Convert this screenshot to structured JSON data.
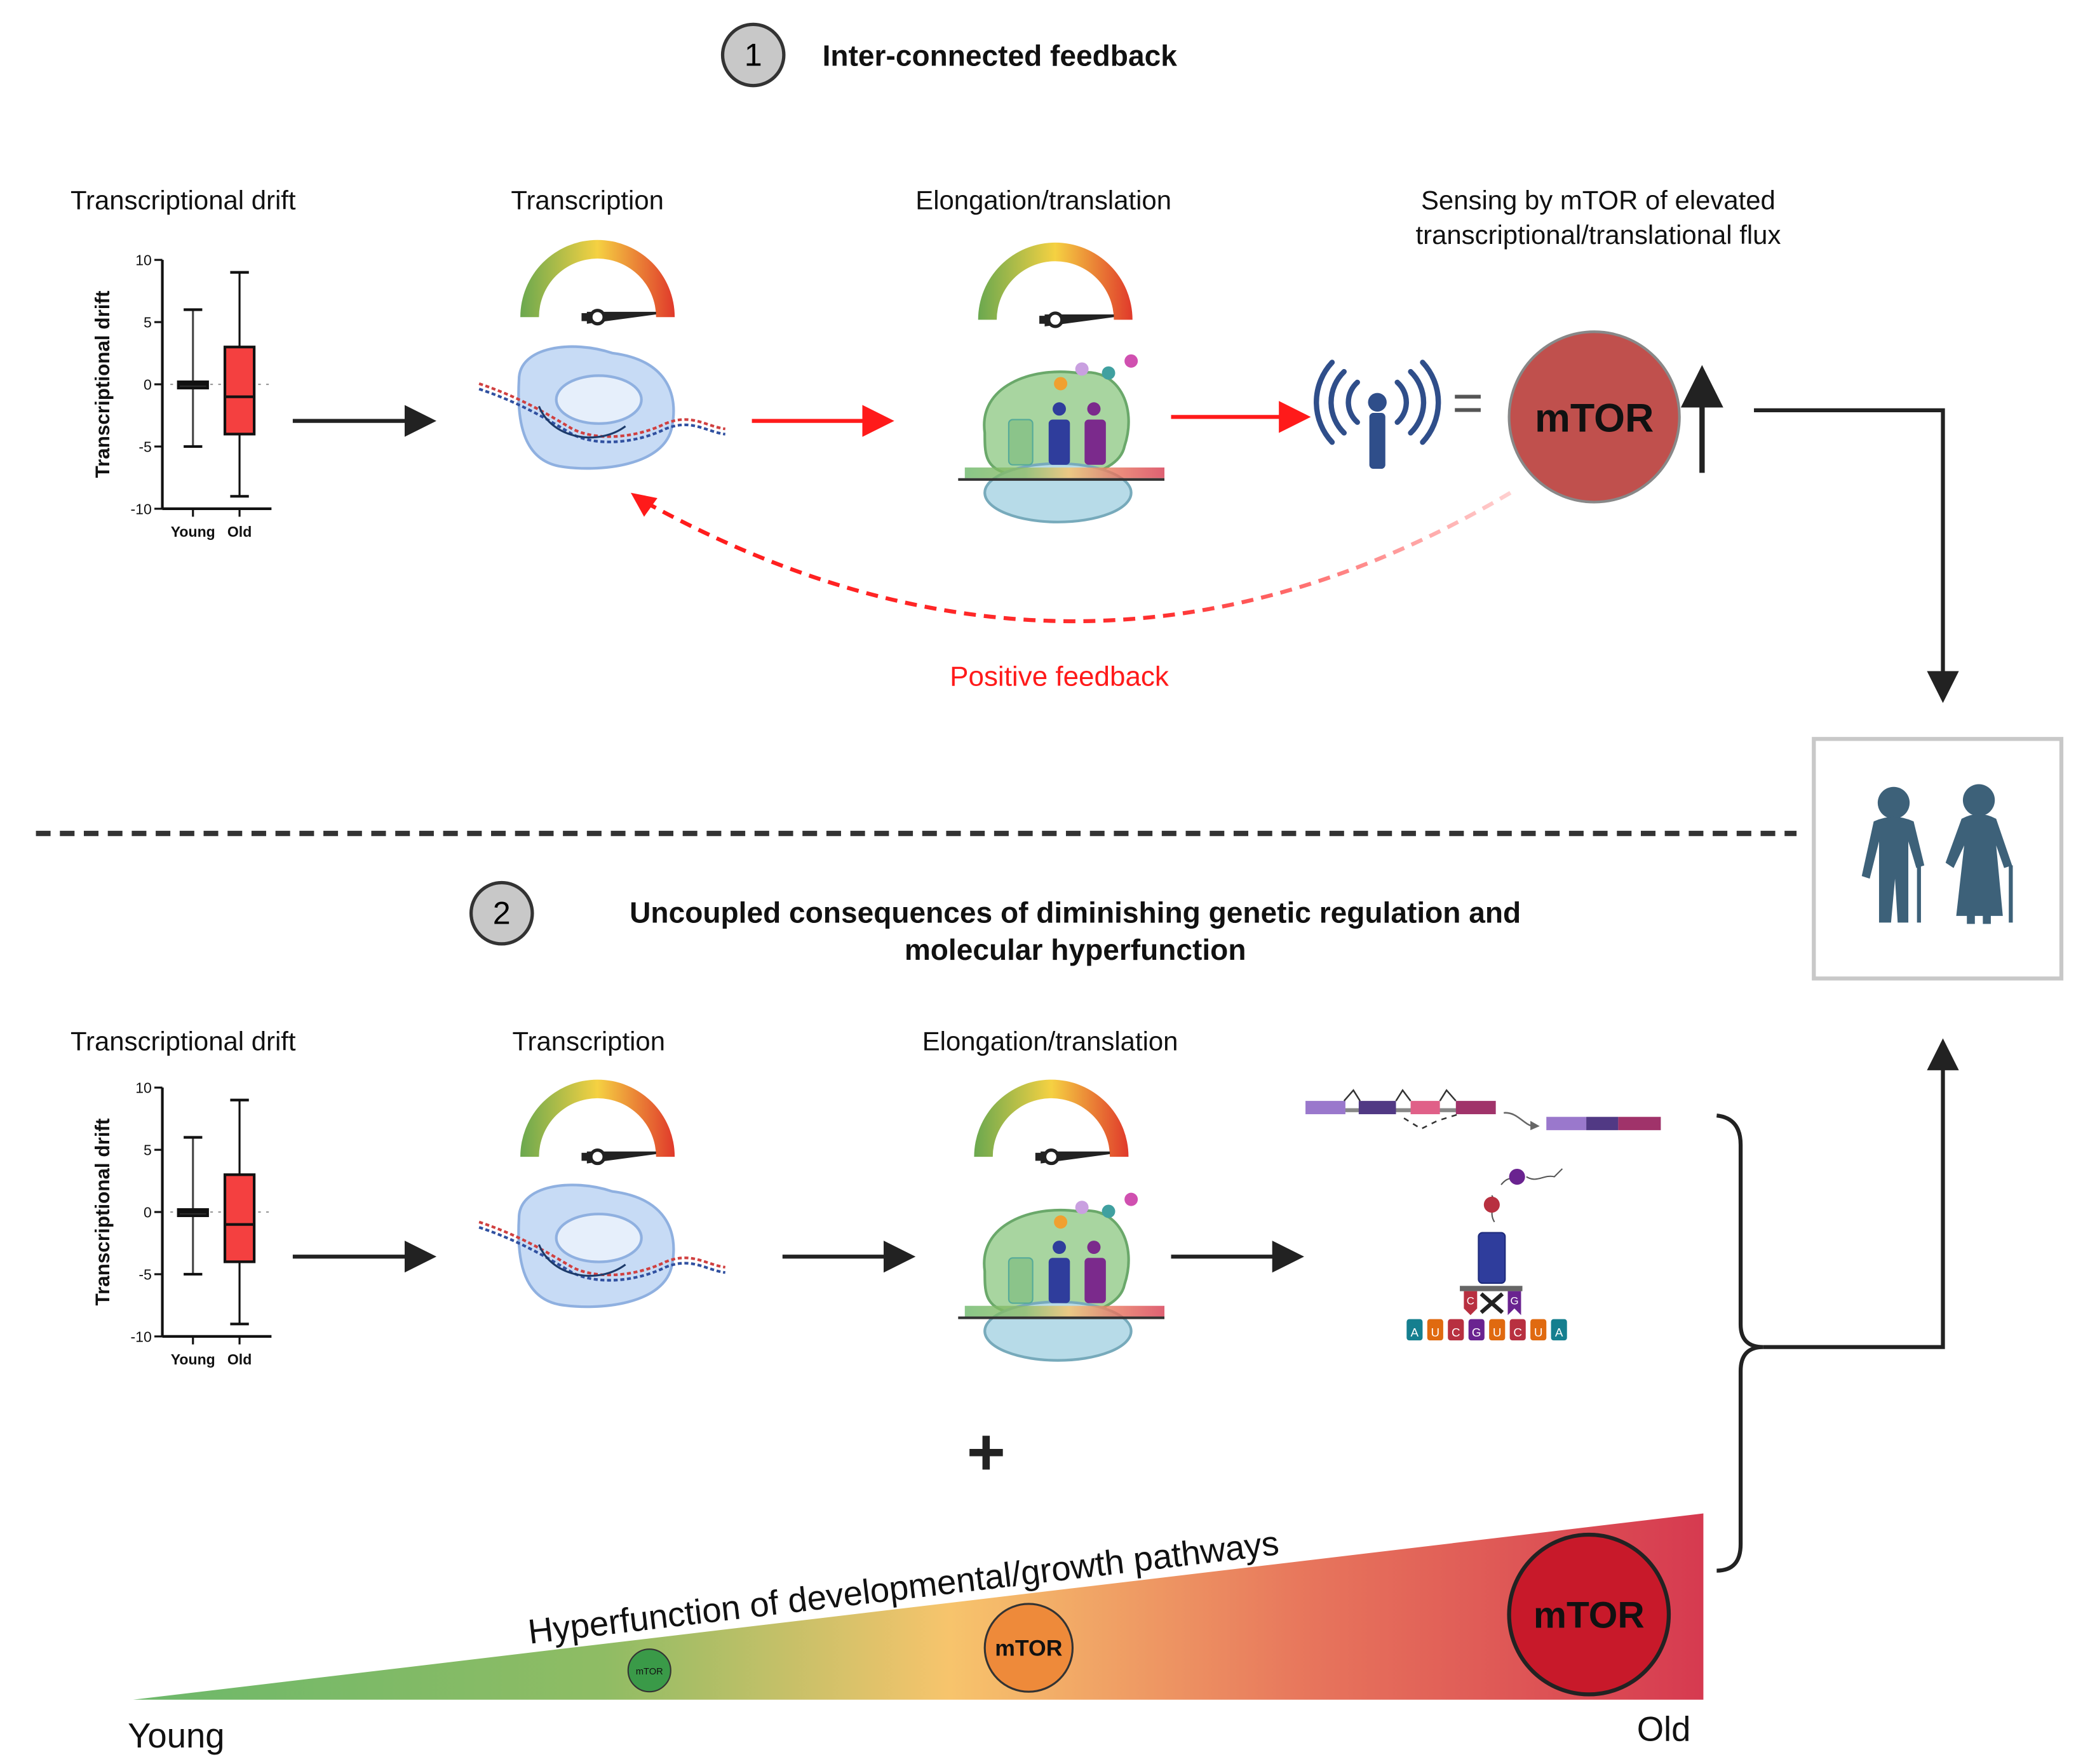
{
  "panel1": {
    "number": "1",
    "title": "Inter-connected feedback",
    "labels": {
      "drift": "Transcriptional drift",
      "transcription": "Transcription",
      "elongation": "Elongation/translation",
      "sensing_line1": "Sensing by mTOR of elevated",
      "sensing_line2": "transcriptional/translational flux"
    },
    "equals": "=",
    "mtor": "mTOR",
    "feedback_label": "Positive feedback"
  },
  "panel2": {
    "number": "2",
    "title_line1": "Uncoupled consequences of diminishing genetic regulation and",
    "title_line2": "molecular hyperfunction",
    "labels": {
      "drift": "Transcriptional drift",
      "transcription": "Transcription",
      "elongation": "Elongation/translation"
    },
    "plus": "+",
    "gradient_label": "Hyperfunction of developmental/growth pathways",
    "mtor_small": "mTOR",
    "mtor_medium": "mTOR",
    "mtor_large": "mTOR",
    "young": "Young",
    "old": "Old",
    "codon_bases": [
      "A",
      "U",
      "C",
      "G",
      "U",
      "C",
      "U",
      "A"
    ],
    "anticodon_bases": [
      "C",
      "G"
    ]
  },
  "boxplot": {
    "ylabel": "Transcriptional drift",
    "yticks": [
      "10",
      "5",
      "0",
      "-5",
      "-10"
    ],
    "ylim": [
      -10,
      10
    ],
    "categories": [
      "Young",
      "Old"
    ],
    "boxes": [
      {
        "name": "Young",
        "min": -5,
        "q1": -0.3,
        "median": 0,
        "q3": 0.2,
        "max": 6,
        "color": "#333333"
      },
      {
        "name": "Old",
        "min": -9,
        "q1": -4,
        "median": -1,
        "q3": 3,
        "max": 9,
        "color": "#f44040"
      }
    ]
  },
  "colors": {
    "mtor_top": "#c0504d",
    "feedback": "#ff1a1a",
    "elderly": "#3d6179",
    "gradient_green": "#6cb86a",
    "gradient_yellow": "#f7c46c",
    "gradient_red": "#d63a50"
  }
}
